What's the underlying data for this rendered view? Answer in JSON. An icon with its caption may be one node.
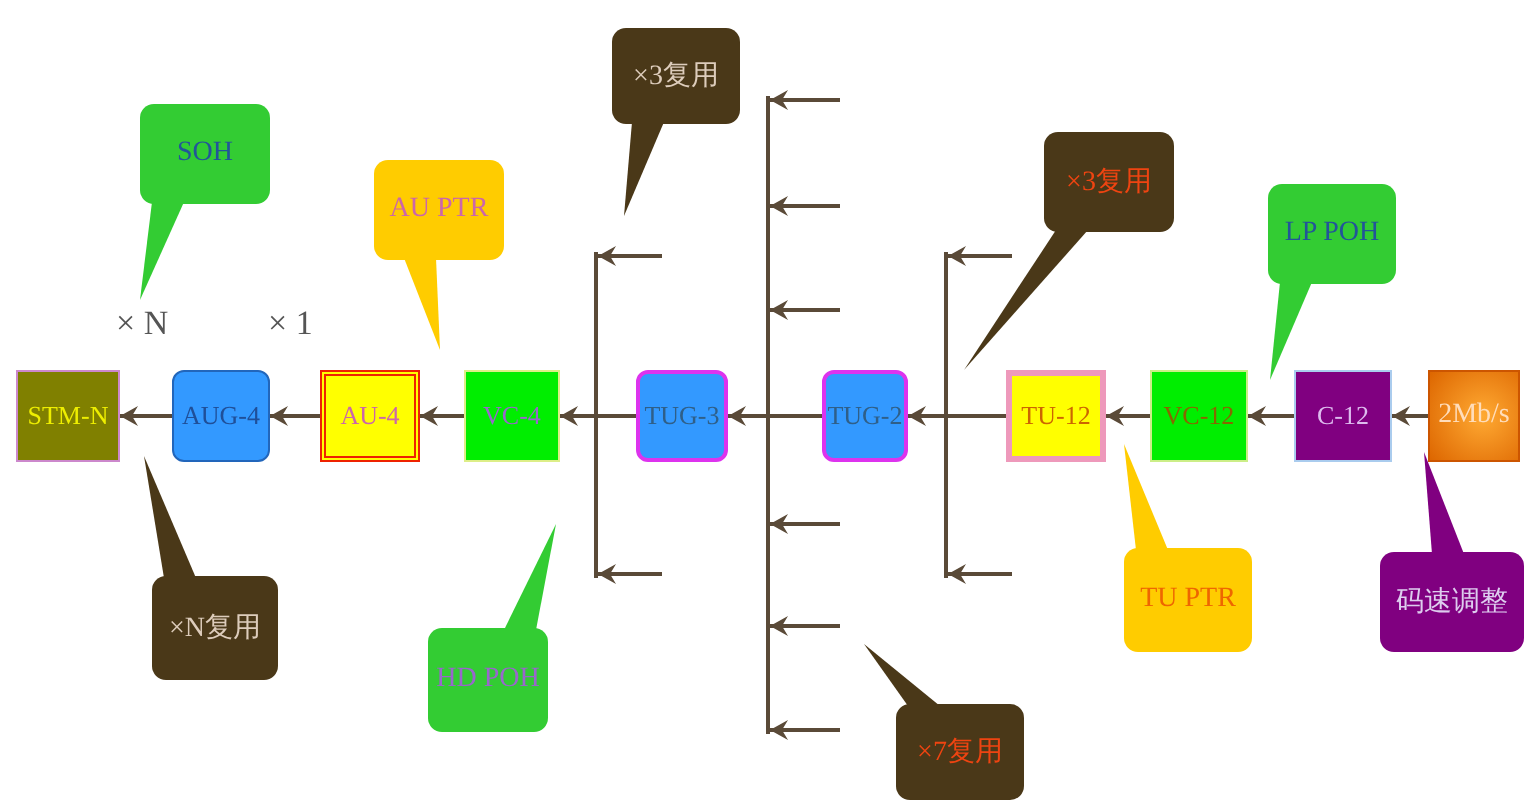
{
  "diagram": {
    "nodes": [
      {
        "text": [
          "STM-N"
        ]
      },
      {
        "text": [
          "AUG-4"
        ]
      },
      {
        "text": [
          "AU-4"
        ]
      },
      {
        "text": [
          "VC-4"
        ]
      },
      {
        "text": [
          "TUG-3"
        ]
      },
      {
        "text": [
          "TUG-2"
        ]
      },
      {
        "text": [
          "TU-12"
        ]
      },
      {
        "text": [
          "VC-12"
        ]
      },
      {
        "text": [
          "C-12"
        ]
      },
      {
        "text": [
          "2Mb/s"
        ]
      },
      {
        "text": [
          "SOH"
        ]
      },
      {
        "text": [
          "AU PTR"
        ]
      },
      {
        "text": [
          "×3复用"
        ]
      },
      {
        "text": [
          "×3复用"
        ]
      },
      {
        "text": [
          "LP POH"
        ]
      },
      {
        "text": [
          "×N复用"
        ]
      },
      {
        "text": [
          "HD POH"
        ]
      },
      {
        "text": [
          "TU PTR"
        ]
      },
      {
        "text": [
          "码速调整"
        ]
      },
      {
        "text": [
          "×7复用"
        ]
      },
      {
        "text": [],
        "shape": "bar"
      },
      {
        "text": [],
        "shape": "bar"
      },
      {
        "text": [],
        "shape": "bar"
      }
    ],
    "edges": [
      {
        "from": 1,
        "to": 0,
        "arrow": "to"
      },
      {
        "from": 2,
        "to": 1,
        "arrow": "to"
      },
      {
        "from": 3,
        "to": 2,
        "arrow": "to"
      },
      {
        "from": 4,
        "to": 3,
        "arrow": "to"
      },
      {
        "from": 5,
        "to": 4,
        "arrow": "to"
      },
      {
        "from": 6,
        "to": 5,
        "arrow": "to"
      },
      {
        "from": 7,
        "to": 6,
        "arrow": "to"
      },
      {
        "from": 8,
        "to": 7,
        "arrow": "to"
      },
      {
        "from": 9,
        "to": 8,
        "arrow": "to"
      },
      {
        "from": null,
        "to": 20,
        "arrow": "to"
      },
      {
        "from": null,
        "to": 20,
        "arrow": "to"
      },
      {
        "from": null,
        "to": 21,
        "arrow": "to"
      },
      {
        "from": null,
        "to": 21,
        "arrow": "to"
      },
      {
        "from": null,
        "to": 21,
        "arrow": "to"
      },
      {
        "from": null,
        "to": 21,
        "arrow": "to"
      },
      {
        "from": null,
        "to": 21,
        "arrow": "to"
      },
      {
        "from": null,
        "to": 21,
        "arrow": "to"
      },
      {
        "from": null,
        "to": 22,
        "arrow": "to"
      },
      {
        "from": null,
        "to": 22,
        "arrow": "to"
      }
    ],
    "labels": [
      "× N",
      "× 1"
    ]
  }
}
